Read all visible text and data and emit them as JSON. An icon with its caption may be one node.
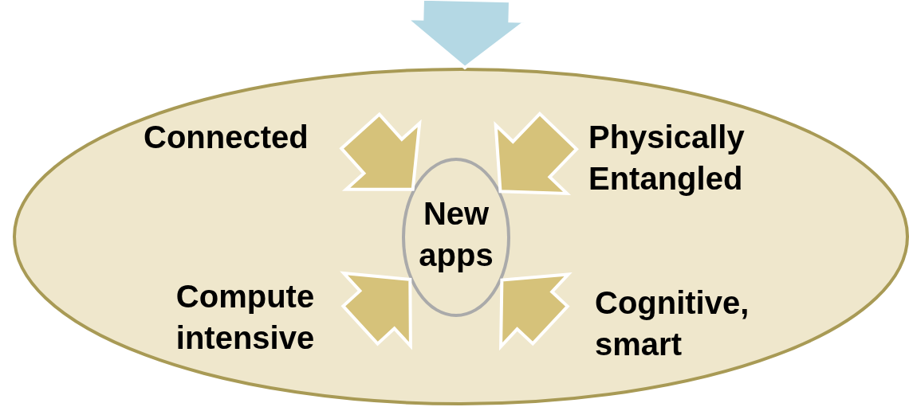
{
  "diagram": {
    "nodes": [
      {
        "text": [],
        "shape": "circle"
      },
      {
        "text": [
          "Connected"
        ],
        "in": 0
      },
      {
        "text": [
          "Physically Entangled"
        ],
        "in": 0
      },
      {
        "text": [
          "New apps"
        ],
        "in": 0
      },
      {
        "text": [
          "Compute intensive"
        ],
        "in": 0
      },
      {
        "text": [
          "Cognitive, smart"
        ],
        "in": 0
      }
    ],
    "edges": [
      {
        "from": null,
        "to": 0,
        "arrow": "to",
        "style": "thick",
        "color": "#b4d8e4"
      },
      {
        "from": 1,
        "to": 3,
        "arrow": "to",
        "style": "thick"
      },
      {
        "from": 2,
        "to": 3,
        "arrow": "to",
        "style": "thick"
      },
      {
        "from": 4,
        "to": 3,
        "arrow": "to",
        "style": "thick"
      },
      {
        "from": 5,
        "to": 3,
        "arrow": "to",
        "style": "thick"
      }
    ]
  }
}
